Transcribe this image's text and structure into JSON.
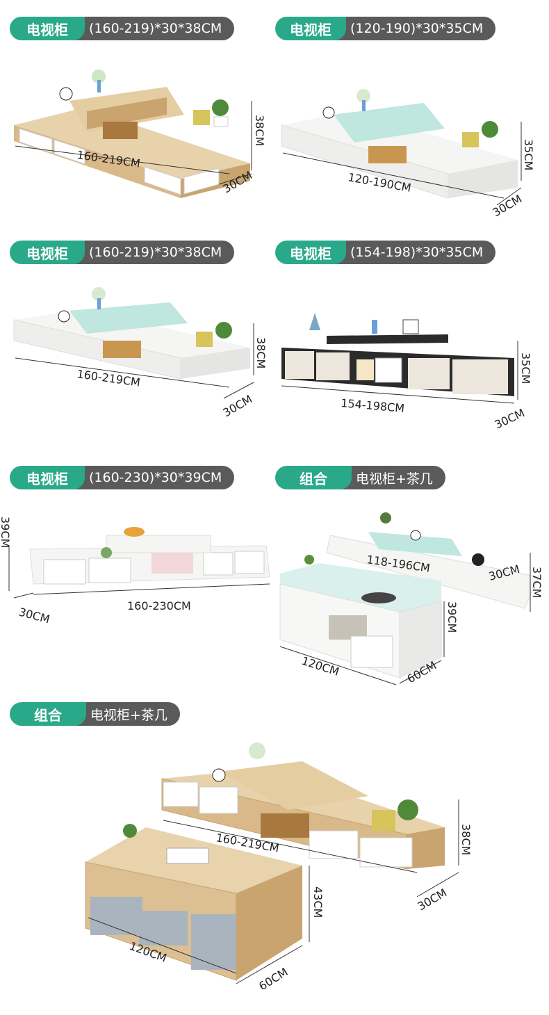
{
  "panels": [
    {
      "tag": "电视柜",
      "size": "(160-219)*30*38CM",
      "width": "160-219CM",
      "depth": "30CM",
      "height": "38CM"
    },
    {
      "tag": "电视柜",
      "size": "(120-190)*30*35CM",
      "width": "120-190CM",
      "depth": "30CM",
      "height": "35CM"
    },
    {
      "tag": "电视柜",
      "size": "(160-219)*30*38CM",
      "width": "160-219CM",
      "depth": "30CM",
      "height": "38CM"
    },
    {
      "tag": "电视柜",
      "size": "(154-198)*30*35CM",
      "width": "154-198CM",
      "depth": "30CM",
      "height": "35CM"
    },
    {
      "tag": "电视柜",
      "size": "(160-230)*30*39CM",
      "width": "160-230CM",
      "depth": "30CM",
      "height": "39CM"
    },
    {
      "tag": "组合",
      "size": "电视柜+茶几",
      "cabinet_width": "118-196CM",
      "cabinet_depth": "30CM",
      "cabinet_height": "37CM",
      "table_width": "120CM",
      "table_depth": "60CM",
      "table_height": "39CM"
    },
    {
      "tag": "组合",
      "size": "电视柜+茶几",
      "cabinet_width": "160-219CM",
      "cabinet_depth": "30CM",
      "cabinet_height": "38CM",
      "table_width": "120CM",
      "table_depth": "60CM",
      "table_height": "43CM"
    }
  ],
  "colors": {
    "tag_green": "#2aa98a",
    "tag_gray": "#5a5a5a",
    "wood": "#d9b98a",
    "white_cabinet": "#f4f4f2",
    "glass": "#bfe6df",
    "black": "#2b2b2b"
  }
}
